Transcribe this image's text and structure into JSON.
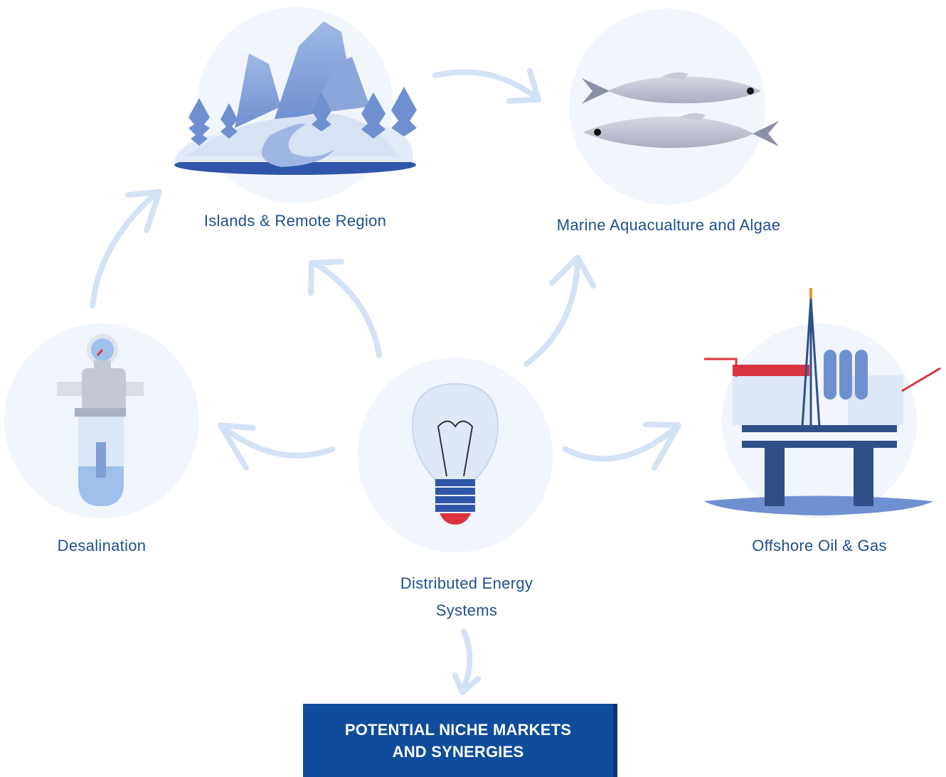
{
  "nodes": {
    "islands": {
      "label": "Islands & Remote Region"
    },
    "marine": {
      "label": "Marine Aquacualture and Algae"
    },
    "desalination": {
      "label": "Desalination"
    },
    "offshore": {
      "label": "Offshore Oil & Gas"
    },
    "des": {
      "label_line1": "Distributed Energy",
      "label_line2": "Systems"
    }
  },
  "cta": {
    "line1": "POTENTIAL NICHE MARKETS",
    "line2": "AND SYNERGIES"
  },
  "colors": {
    "circle_bg": "#f1f5fc",
    "arrow": "#d4e2f6",
    "label": "#1f4f8f",
    "cta_bg": "#0f4c9a",
    "accent_red": "#d9343e",
    "illustration_blue": "#7f9fd6"
  },
  "icons": [
    "island-mountains-icon",
    "fish-icon",
    "water-filter-icon",
    "oil-rig-icon",
    "lightbulb-icon"
  ]
}
